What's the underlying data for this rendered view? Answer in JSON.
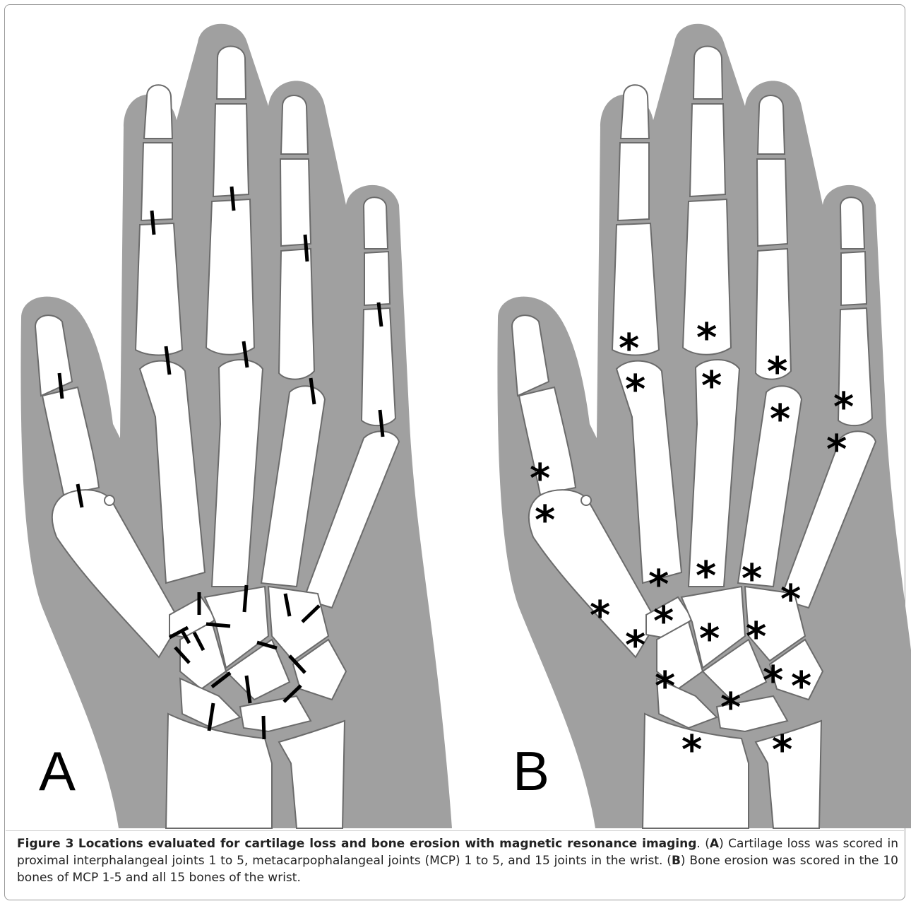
{
  "figure": {
    "panel_a_label": "A",
    "panel_b_label": "B",
    "panel_a_marker": "joint-line-marker",
    "panel_b_marker": "*",
    "colors": {
      "soft_tissue": "#a0a0a0",
      "bone": "#ffffff",
      "outline": "#6b6b6b",
      "marker": "#000000"
    }
  },
  "caption": {
    "label": "Figure 3",
    "title": "Locations evaluated for cartilage loss and bone erosion with magnetic resonance imaging",
    "title_end": ". (",
    "ref_a": "A",
    "text_a": ") Cartilage loss was scored in proximal interphalangeal joints 1 to 5, metacarpophalangeal joints (MCP) 1 to 5, and 15 joints in the wrist. (",
    "ref_b": "B",
    "text_b": ") Bone erosion was scored in the 10 bones of MCP 1-5 and all 15 bones of the wrist."
  }
}
